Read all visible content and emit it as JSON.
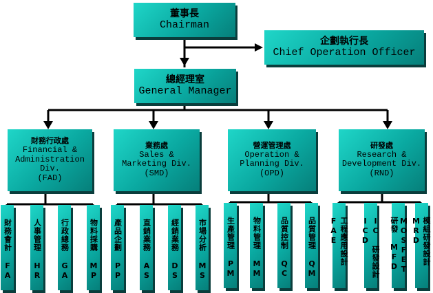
{
  "chairman": {
    "cn": "董事長",
    "en": "Chairman"
  },
  "coo": {
    "cn": "企劃執行長",
    "en": "Chief Operation Officer"
  },
  "gm": {
    "cn": "總經理室",
    "en": "General Manager"
  },
  "departments": [
    {
      "cn": "財務行政處",
      "en1": "Financial &",
      "en2": "Administration",
      "en3": "Div.",
      "abbr": "(FAD)",
      "units": [
        "財務會計 FA",
        "人事管理 HR",
        "行政總務 GA",
        "物料採購 MP"
      ]
    },
    {
      "cn": "業務處",
      "en1": "Sales &",
      "en2": "Marketing Div.",
      "en3": "",
      "abbr": "(SMD)",
      "units": [
        "產品企劃 PP",
        "直銷業務 AS",
        "經銷業務 DS",
        "市場分析 MS"
      ]
    },
    {
      "cn": "營運管理處",
      "en1": "Operation &",
      "en2": "Planning Div.",
      "en3": "",
      "abbr": "(OPD)",
      "units": [
        "生產管理 PM",
        "物料管理 MM",
        "品質控制 QC",
        "品質管理 QM"
      ]
    },
    {
      "cn": "研發處",
      "en1": "Research &",
      "en2": "Development Div.",
      "en3": "",
      "abbr": "(RND)",
      "units": [
        "工程應用設計 FAE",
        "IC 研發設計 ICD",
        "MOSFET 研發 MFD",
        "模組研發設計 MRD"
      ]
    }
  ]
}
